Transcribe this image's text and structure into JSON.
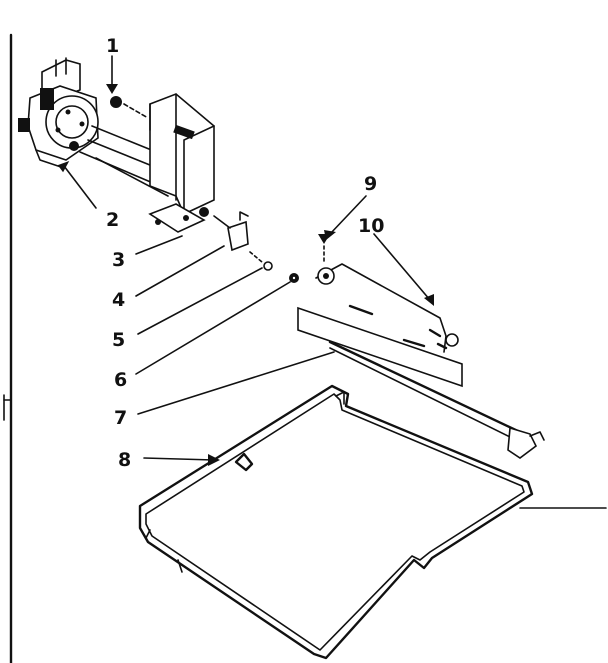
{
  "diagram": {
    "callouts": [
      "1",
      "2",
      "3",
      "4",
      "5",
      "6",
      "7",
      "8",
      "9",
      "10"
    ]
  },
  "colors": {
    "ink": "#111111",
    "paper": "#ffffff"
  }
}
